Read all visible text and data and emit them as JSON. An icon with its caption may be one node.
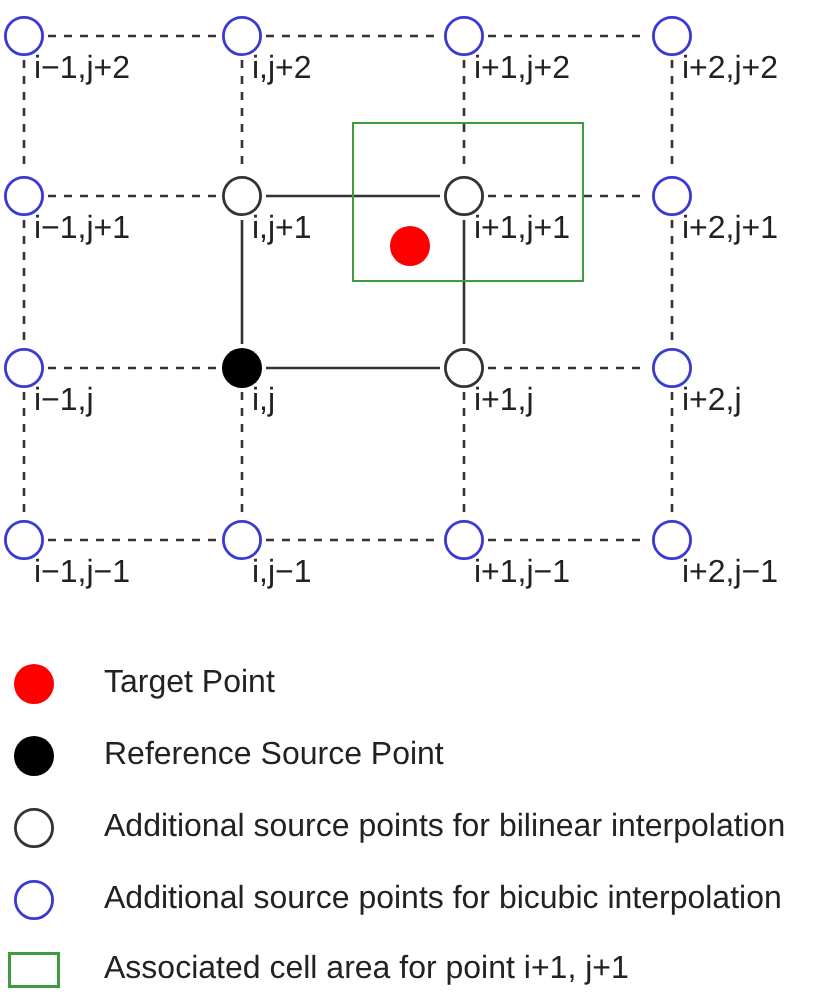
{
  "diagram": {
    "nodes": [
      {
        "text": [],
        "shape": "circle",
        "beside": [
          "i−1,j+2"
        ]
      },
      {
        "text": [],
        "shape": "circle",
        "beside": [
          "i,j+2"
        ]
      },
      {
        "text": [],
        "shape": "circle",
        "beside": [
          "i+1,j+2"
        ]
      },
      {
        "text": [],
        "shape": "circle",
        "beside": [
          "i+2,j+2"
        ]
      },
      {
        "text": [],
        "shape": "circle",
        "beside": [
          "i−1,j+1"
        ]
      },
      {
        "text": [],
        "shape": "circle",
        "beside": [
          "i,j+1"
        ]
      },
      {
        "text": [],
        "shape": "box"
      },
      {
        "text": [],
        "shape": "circle",
        "in": 6,
        "beside": [
          "i+1,j+1"
        ]
      },
      {
        "text": [],
        "shape": "circle",
        "in": 6
      },
      {
        "text": [],
        "shape": "circle",
        "beside": [
          "i+2,j+1"
        ]
      },
      {
        "text": [],
        "shape": "circle",
        "beside": [
          "i−1,j"
        ]
      },
      {
        "text": [],
        "shape": "circle",
        "beside": [
          "i,j"
        ]
      },
      {
        "text": [],
        "shape": "circle",
        "beside": [
          "i+1,j"
        ]
      },
      {
        "text": [],
        "shape": "circle",
        "beside": [
          "i+2,j"
        ]
      },
      {
        "text": [],
        "shape": "circle",
        "beside": [
          "i−1,j−1"
        ]
      },
      {
        "text": [],
        "shape": "circle",
        "beside": [
          "i,j−1"
        ]
      },
      {
        "text": [],
        "shape": "circle",
        "beside": [
          "i+1,j−1"
        ]
      },
      {
        "text": [],
        "shape": "circle",
        "beside": [
          "i+2,j−1"
        ]
      }
    ],
    "edges": [
      {
        "from": 0,
        "to": 1,
        "arrow": "none",
        "style": "dashed"
      },
      {
        "from": 1,
        "to": 2,
        "arrow": "none",
        "style": "dashed"
      },
      {
        "from": 2,
        "to": 3,
        "arrow": "none",
        "style": "dashed"
      },
      {
        "from": 0,
        "to": 4,
        "arrow": "none",
        "style": "dashed"
      },
      {
        "from": 1,
        "to": 5,
        "arrow": "none",
        "style": "dashed"
      },
      {
        "from": 2,
        "to": 7,
        "arrow": "none",
        "style": "dashed"
      },
      {
        "from": 3,
        "to": 9,
        "arrow": "none",
        "style": "dashed"
      },
      {
        "from": 4,
        "to": 5,
        "arrow": "none",
        "style": "dashed"
      },
      {
        "from": 5,
        "to": 7,
        "arrow": "none"
      },
      {
        "from": 7,
        "to": 9,
        "arrow": "none",
        "style": "dashed"
      },
      {
        "from": 4,
        "to": 10,
        "arrow": "none",
        "style": "dashed"
      },
      {
        "from": 5,
        "to": 11,
        "arrow": "none"
      },
      {
        "from": 7,
        "to": 12,
        "arrow": "none"
      },
      {
        "from": 9,
        "to": 13,
        "arrow": "none",
        "style": "dashed"
      },
      {
        "from": 10,
        "to": 11,
        "arrow": "none",
        "style": "dashed"
      },
      {
        "from": 11,
        "to": 12,
        "arrow": "none"
      },
      {
        "from": 12,
        "to": 13,
        "arrow": "none",
        "style": "dashed"
      },
      {
        "from": 10,
        "to": 14,
        "arrow": "none",
        "style": "dashed"
      },
      {
        "from": 11,
        "to": 15,
        "arrow": "none",
        "style": "dashed"
      },
      {
        "from": 12,
        "to": 16,
        "arrow": "none",
        "style": "dashed"
      },
      {
        "from": 13,
        "to": 17,
        "arrow": "none",
        "style": "dashed"
      },
      {
        "from": 14,
        "to": 15,
        "arrow": "none",
        "style": "dashed"
      },
      {
        "from": 15,
        "to": 16,
        "arrow": "none",
        "style": "dashed"
      },
      {
        "from": 16,
        "to": 17,
        "arrow": "none",
        "style": "dashed"
      }
    ],
    "legend": [
      {
        "text": "Target Point"
      },
      {
        "text": "Reference Source Point"
      },
      {
        "text": "Additional source points for bilinear interpolation"
      },
      {
        "text": "Additional source points for bicubic interpolation"
      },
      {
        "text": "Associated cell area for point i+1, j+1"
      }
    ]
  }
}
